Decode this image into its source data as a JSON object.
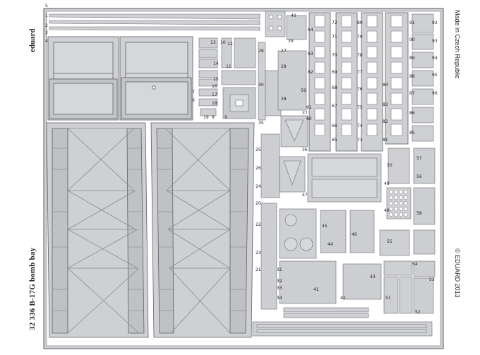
{
  "fret": {
    "brand": "eduard",
    "title": "32 336   B-17G bomb bay",
    "origin": "Made in Czech Republic",
    "copyright": "© EDUARD 2013"
  },
  "colors": {
    "metal": "#cfd0d3",
    "metal_dark": "#b4b5b9",
    "etch_line": "#6c6d72",
    "background": "#ffffff"
  },
  "part_numbers": [
    "1",
    "2",
    "3",
    "4",
    "5",
    "6",
    "7",
    "8",
    "9",
    "10",
    "11",
    "12",
    "13",
    "14",
    "15",
    "16",
    "17",
    "18",
    "19",
    "20",
    "21",
    "22",
    "23",
    "24",
    "25",
    "26",
    "27",
    "28",
    "29",
    "30",
    "31",
    "32",
    "33",
    "34",
    "35",
    "36",
    "37",
    "38",
    "39",
    "40",
    "41",
    "42",
    "43",
    "44",
    "45",
    "46",
    "47",
    "48",
    "49",
    "50",
    "51",
    "52",
    "53",
    "54",
    "55",
    "56",
    "57",
    "58",
    "59",
    "60",
    "61",
    "62",
    "63",
    "64",
    "65",
    "66",
    "67",
    "68",
    "69",
    "70",
    "71",
    "72",
    "73",
    "74",
    "75",
    "76",
    "77",
    "78",
    "79",
    "80",
    "81",
    "82",
    "83",
    "84",
    "85",
    "86",
    "87",
    "88",
    "89",
    "90",
    "91",
    "92",
    "93",
    "94",
    "95",
    "96"
  ]
}
